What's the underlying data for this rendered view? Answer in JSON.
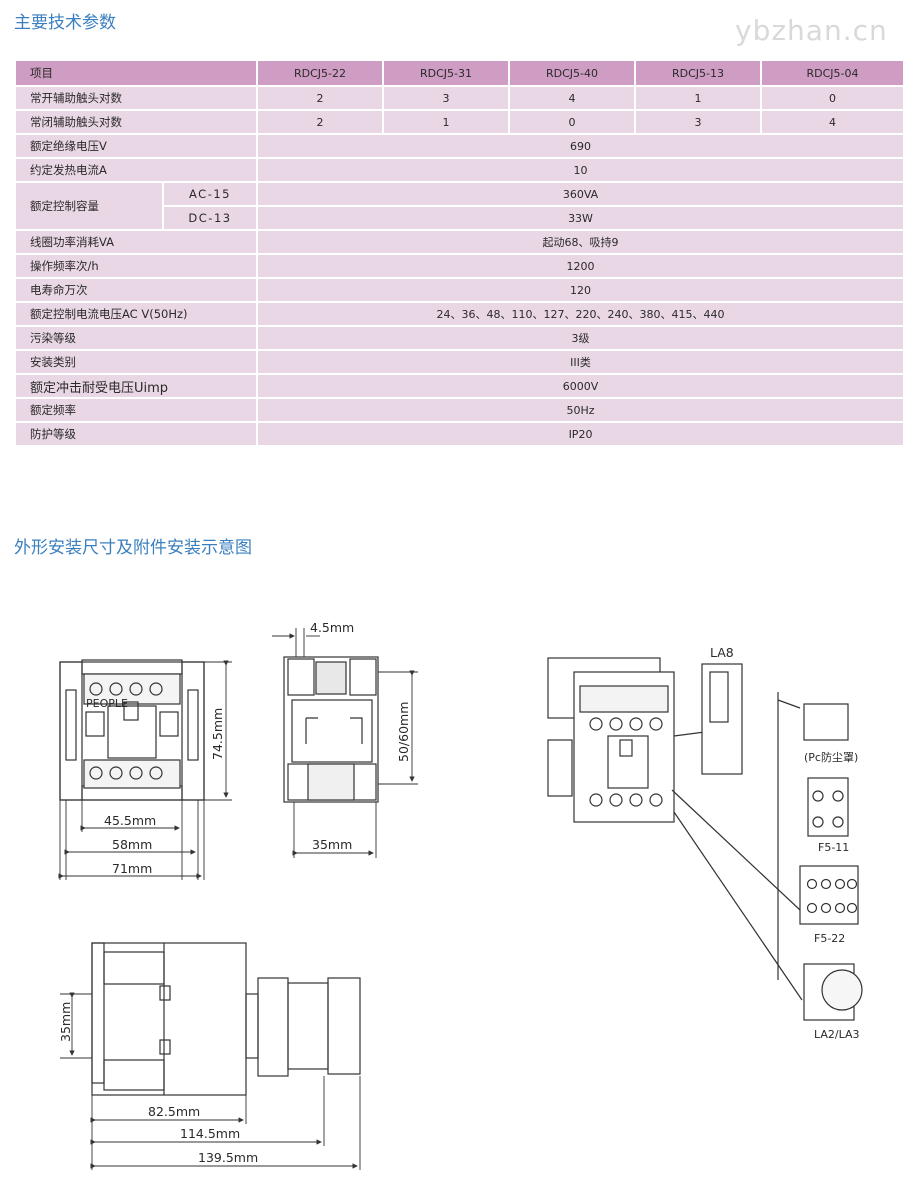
{
  "watermark": "ybzhan.cn",
  "section1_title": "主要技术参数",
  "section2_title": "外形安装尺寸及附件安装示意图",
  "table": {
    "header_label": "项目",
    "models": [
      "RDCJ5-22",
      "RDCJ5-31",
      "RDCJ5-40",
      "RDCJ5-13",
      "RDCJ5-04"
    ],
    "no_contacts_label": "常开辅助触头对数",
    "no_contacts": [
      "2",
      "3",
      "4",
      "1",
      "0"
    ],
    "nc_contacts_label": "常闭辅助触头对数",
    "nc_contacts": [
      "2",
      "1",
      "0",
      "3",
      "4"
    ],
    "insulation_label": "额定绝缘电压V",
    "insulation_value": "690",
    "thermal_label": "约定发热电流A",
    "thermal_value": "10",
    "control_capacity_label": "额定控制容量",
    "ac15_label": "AC-15",
    "ac15_value": "360VA",
    "dc13_label": "DC-13",
    "dc13_value": "33W",
    "coil_power_label": "线圈功率消耗VA",
    "coil_power_value": "起动68、吸持9",
    "frequency_ops_label": "操作频率次/h",
    "frequency_ops_value": "1200",
    "life_label": "电寿命万次",
    "life_value": "120",
    "control_voltage_label": "额定控制电流电压AC  V(50Hz)",
    "control_voltage_value": "24、36、48、110、127、220、240、380、415、440",
    "pollution_label": "污染等级",
    "pollution_value": "3级",
    "install_category_label": "安装类别",
    "install_category_value": "III类",
    "impulse_label": "额定冲击耐受电压Uimp",
    "impulse_value": "6000V",
    "rated_freq_label": "额定频率",
    "rated_freq_value": "50Hz",
    "protection_label": "防护等级",
    "protection_value": "IP20"
  },
  "drawing": {
    "front_height": "74.5mm",
    "front_w1": "45.5mm",
    "front_w2": "58mm",
    "front_w3": "71mm",
    "side_top": "4.5mm",
    "side_height": "50/60mm",
    "side_width": "35mm",
    "bottom_height": "35mm",
    "bottom_w1": "82.5mm",
    "bottom_w2": "114.5mm",
    "bottom_w3": "139.5mm",
    "brand_label": "PEOPLE",
    "acc_la8": "LA8",
    "acc_cover": "(Pc防尘罩)",
    "acc_f511": "F5-11",
    "acc_f522": "F5-22",
    "acc_la2": "LA2/LA3"
  }
}
